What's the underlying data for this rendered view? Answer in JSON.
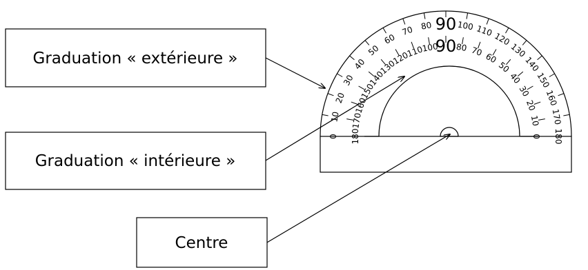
{
  "labels": {
    "outer": "Graduation « extérieure »",
    "inner": "Graduation « intérieure »",
    "center": "Centre"
  },
  "protractor": {
    "min_degree": 0,
    "max_degree": 180,
    "major_step": 10,
    "emphasized_value": "90"
  },
  "outer_scale_labels": [
    "0",
    "10",
    "20",
    "30",
    "40",
    "50",
    "60",
    "70",
    "80",
    "90",
    "100",
    "110",
    "120",
    "130",
    "140",
    "150",
    "160",
    "170",
    "180"
  ],
  "inner_scale_labels": [
    "0",
    "10",
    "20",
    "30",
    "40",
    "50",
    "60",
    "70",
    "80",
    "90",
    "100",
    "110",
    "120",
    "130",
    "140",
    "150",
    "160",
    "170",
    "180"
  ]
}
